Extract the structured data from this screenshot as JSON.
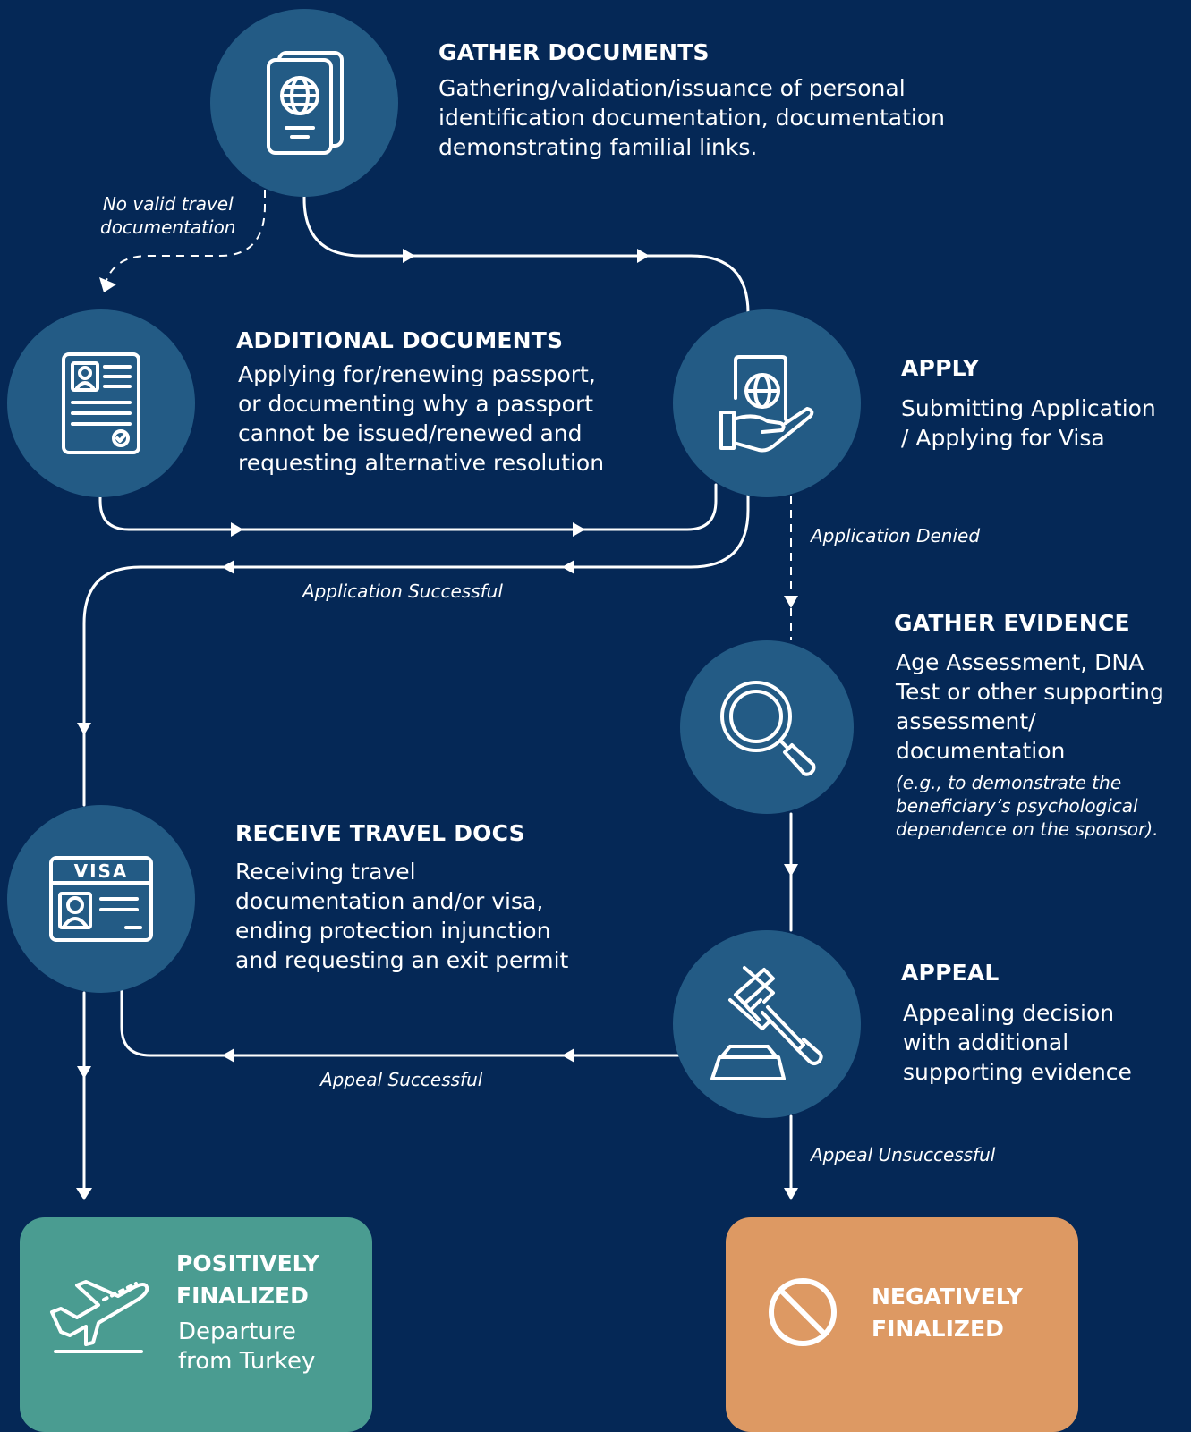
{
  "colors": {
    "background": "#052856",
    "node": "#235b85",
    "positive": "#4a9c91",
    "negative": "#dd9963",
    "line": "#ffffff"
  },
  "steps": {
    "gather_documents": {
      "title": "GATHER DOCUMENTS",
      "lines": [
        "Gathering/validation/issuance of personal",
        "identification documentation, documentation",
        "demonstrating familial links."
      ],
      "icon": "passport-icon"
    },
    "additional_documents": {
      "title": "ADDITIONAL DOCUMENTS",
      "lines": [
        "Applying for/renewing passport,",
        "or documenting why a passport",
        "cannot be issued/renewed and",
        "requesting alternative resolution"
      ],
      "icon": "id-document-icon"
    },
    "apply": {
      "title": "APPLY",
      "lines": [
        "Submitting Application",
        "/ Applying for Visa"
      ],
      "icon": "hand-passport-icon"
    },
    "gather_evidence": {
      "title": "GATHER EVIDENCE",
      "lines": [
        "Age Assessment, DNA",
        "Test or other supporting",
        "assessment/",
        "documentation"
      ],
      "note_lines": [
        "(e.g., to demonstrate the",
        "beneficiary’s psychological",
        "dependence on the sponsor)."
      ],
      "icon": "magnifier-icon"
    },
    "receive_travel_docs": {
      "title": "RECEIVE TRAVEL DOCS",
      "lines": [
        "Receiving travel",
        "documentation and/or visa,",
        "ending protection injunction",
        "and requesting an exit permit"
      ],
      "icon": "visa-card-icon",
      "icon_text": "VISA"
    },
    "appeal": {
      "title": "APPEAL",
      "lines": [
        "Appealing decision",
        "with additional",
        "supporting evidence"
      ],
      "icon": "gavel-icon"
    }
  },
  "outcomes": {
    "positive": {
      "title_lines": [
        "POSITIVELY",
        "FINALIZED"
      ],
      "desc_lines": [
        "Departure",
        "from Turkey"
      ],
      "icon": "airplane-takeoff-icon"
    },
    "negative": {
      "title_lines": [
        "NEGATIVELY",
        "FINALIZED"
      ],
      "icon": "prohibited-icon"
    }
  },
  "edge_labels": {
    "no_valid_travel": [
      "No valid travel",
      "documentation"
    ],
    "application_denied": "Application Denied",
    "application_successful": "Application Successful",
    "appeal_successful": "Appeal Successful",
    "appeal_unsuccessful": "Appeal Unsuccessful"
  }
}
